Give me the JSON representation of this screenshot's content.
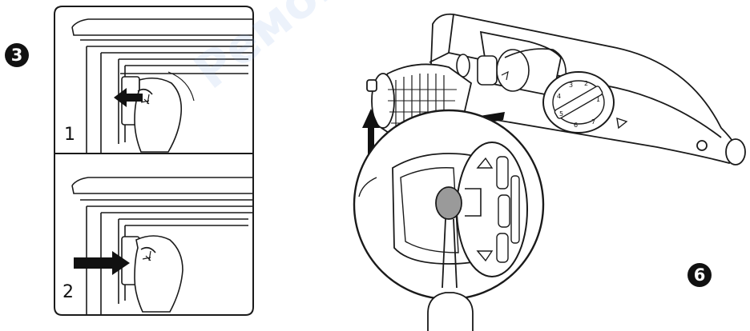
{
  "steps": {
    "left_step_number": "3",
    "right_step_number": "6"
  },
  "left_panel": {
    "sub_step_1": "1",
    "sub_step_2": "2"
  },
  "thermostat_dial": {
    "numbers": [
      "1",
      "2",
      "3",
      "4",
      "5",
      "6",
      "7"
    ]
  },
  "watermark": {
    "text": "Ремонт и установка"
  },
  "colors": {
    "ink": "#111111",
    "line": "#1a1a1a",
    "screwdriver_tip": "#9a9a9a",
    "watermark": "#8fb0e8"
  }
}
